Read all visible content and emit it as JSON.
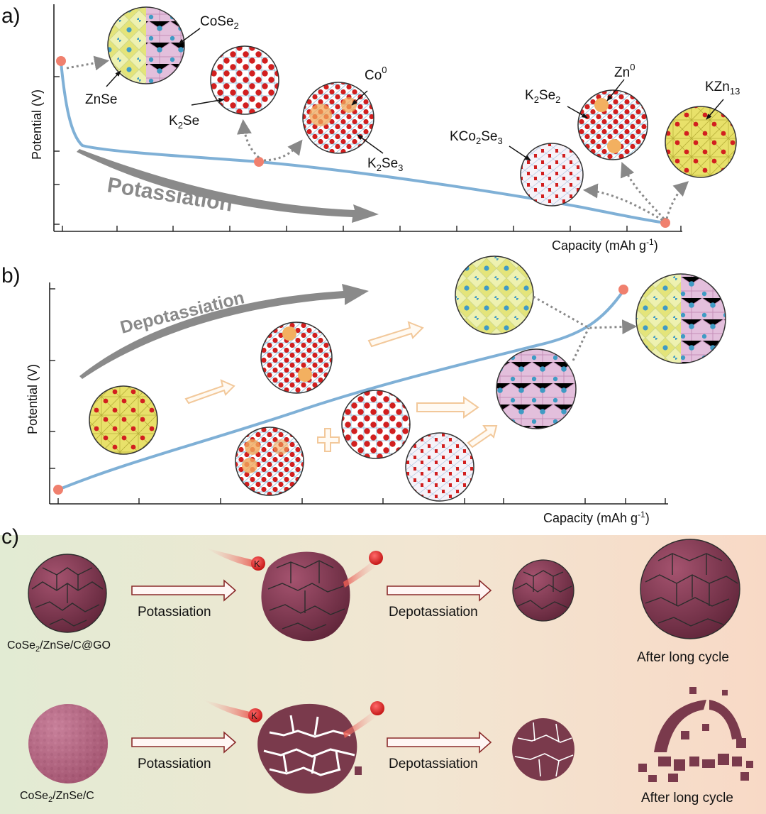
{
  "panels": {
    "a": {
      "label": "a)",
      "y_axis": "Potential (V)",
      "x_axis": "Capacity (mAh g",
      "x_axis_sup": "-1",
      "x_axis_end": ")",
      "arrow_text": "Potassiation",
      "labels": {
        "cose2": "CoSe",
        "cose2_sub": "2",
        "znse": "ZnSe",
        "k2se": "K",
        "k2se_sub": "2",
        "k2se_tail": "Se",
        "co0": "Co",
        "co0_sup": "0",
        "k2se3": "K",
        "k2se3_sub": "2",
        "k2se3_mid": "Se",
        "k2se3_sub2": "3",
        "kco2se3": "KCo",
        "kco2se3_sub": "2",
        "kco2se3_mid": "Se",
        "kco2se3_sub2": "3",
        "k2se2": "K",
        "k2se2_sub": "2",
        "k2se2_mid": "Se",
        "k2se2_sub2": "2",
        "zn0": "Zn",
        "zn0_sup": "0",
        "kzn13": "KZn",
        "kzn13_sub": "13"
      }
    },
    "b": {
      "label": "b)",
      "y_axis": "Potential (V)",
      "x_axis": "Capacity (mAh g",
      "x_axis_sup": "-1",
      "x_axis_end": ")",
      "arrow_text": "Depotassiation"
    },
    "c": {
      "label": "c)",
      "row1": {
        "material": "CoSe",
        "material_sub": "2",
        "material_tail": "/ZnSe/C@GO",
        "step1": "Potassiation",
        "step2": "Depotassiation",
        "end": "After long cycle",
        "ion": "K"
      },
      "row2": {
        "material": "CoSe",
        "material_sub": "2",
        "material_tail": "/ZnSe/C",
        "step1": "Potassiation",
        "step2": "Depotassiation",
        "end": "After long cycle",
        "ion": "K"
      }
    }
  },
  "colors": {
    "curve": "#7fb0d6",
    "dot": "#f0806e",
    "sphere": "#7a3a4c",
    "sphere_light": "#b06a80",
    "se_red": "#d21f1f",
    "zn_yellow": "#e8e16a",
    "co_blue": "#3f9bc4",
    "pink": "#d9a9cc",
    "outline_arrow": "#f2c89a",
    "bg_green": "#e4ecd5",
    "bg_peach": "#f6ddc9"
  }
}
